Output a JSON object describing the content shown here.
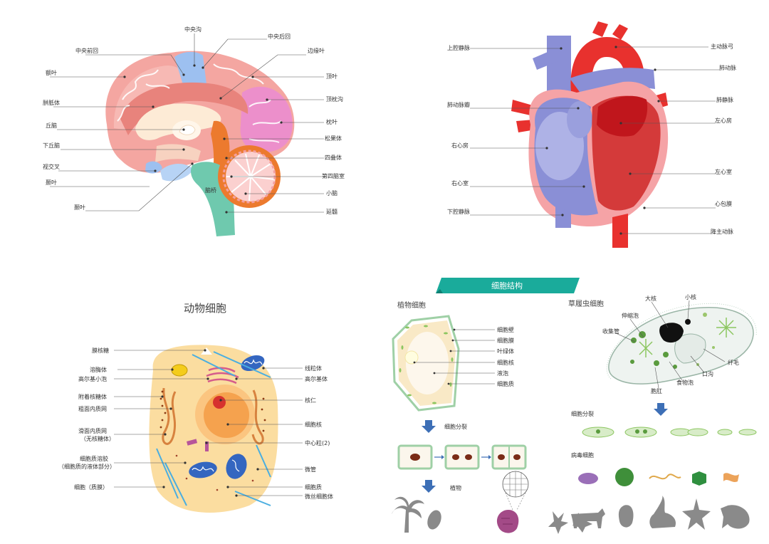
{
  "brain": {
    "labels": {
      "central_sulcus": "中央沟",
      "postcentral_gyrus": "中央后回",
      "precentral_gyrus": "中央前回",
      "limbic_lobe": "边缘叶",
      "frontal_lobe": "额叶",
      "parietal_lobe": "顶叶",
      "parieto_occipital_sulcus": "顶枕沟",
      "corpus_callosum": "胼胝体",
      "thalamus": "丘脑",
      "occipital_lobe": "枕叶",
      "pineal_body": "松果体",
      "hypothalamus": "下丘脑",
      "quadrigeminal_body": "四叠体",
      "optic_chiasm": "视交叉",
      "fourth_ventricle": "第四脑室",
      "temporal_lobe_left": "颞叶",
      "cerebellum": "小脑",
      "pons": "脑桥",
      "temporal_lobe_bottom": "颞叶",
      "medulla": "延髓"
    }
  },
  "heart": {
    "labels": {
      "superior_vena_cava": "上腔静脉",
      "aortic_arch": "主动脉弓",
      "pulmonary_artery": "肺动脉",
      "pulmonary_vein": "肺静脉",
      "pulmonary_valve": "肺动脉瓣",
      "left_atrium": "左心房",
      "right_atrium": "右心房",
      "left_ventricle": "左心室",
      "right_ventricle": "右心室",
      "pericardium": "心包膜",
      "inferior_vena_cava": "下腔静脉",
      "descending_aorta": "降主动脉"
    }
  },
  "animal_cell": {
    "title": "动物细胞",
    "labels": {
      "cytoplasm_ribosome": "膜核糖",
      "lysosome": "溶酶体",
      "golgi_vesicle": "高尔基小泡",
      "attached_ribosome": "附着核糖体",
      "rough_er": "粗面内质网",
      "smooth_er": "滑面内质网",
      "smooth_er_note": "（无核糖体）",
      "cytoskeleton": "细胞质溶胶",
      "cytoskeleton_note": "（细胞质的液体部分）",
      "cell_membrane": "细胞（质膜）",
      "mitochondria": "线粒体",
      "golgi_body": "高尔基体",
      "nucleolus": "核仁",
      "nucleus": "细胞核",
      "centrioles": "中心粒(2)",
      "microtubule": "微管",
      "cytoplasm": "细胞质",
      "microfilament": "微丝细胞体"
    }
  },
  "cell_structure": {
    "banner": "细胞结构",
    "plant_title": "植物细胞",
    "protozoa_title": "草履虫细胞",
    "plant_labels": {
      "cell_wall": "细胞壁",
      "cell_membrane": "细胞膜",
      "chloroplast": "叶绿体",
      "nucleus": "细胞核",
      "vacuole": "液泡",
      "cytoplasm": "细胞质"
    },
    "protozoa_labels": {
      "macronucleus": "大核",
      "micronucleus": "小核",
      "contractile_vacuole": "伸缩泡",
      "collecting_canal": "收集管",
      "cilia": "纤毛",
      "oral_groove": "口沟",
      "food_vacuole": "食物泡",
      "anal_pore": "胞肛"
    },
    "plant_division": "细胞分裂",
    "plant_group": "植物",
    "protozoa_division": "细胞分裂",
    "virus_label": "病毒细胞"
  },
  "colors": {
    "brain_pink": "#f4a6a1",
    "brain_red": "#e8837c",
    "brain_blue": "#9dc0f0",
    "brain_orange": "#ec7a2e",
    "brain_teal": "#6fc9ae",
    "brain_magenta": "#ec8fcb",
    "heart_blue": "#8a8fd6",
    "heart_red": "#e8312e",
    "heart_pink": "#f5a3a6",
    "heart_dark_red": "#c0161c",
    "cell_cream": "#fbdda0",
    "cell_orange": "#f5a24e",
    "banner_teal": "#1aab9b",
    "arrow_blue": "#3d6fb6",
    "gray": "#8a8a8a"
  }
}
